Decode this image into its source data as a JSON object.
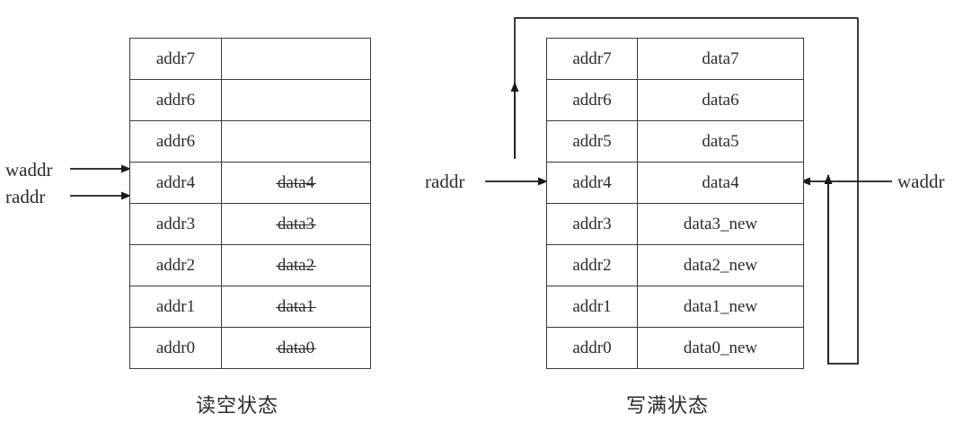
{
  "diagram": {
    "title_left": "读空状态",
    "title_right": "写满状态",
    "line_color": "#2b2b2b"
  },
  "left_panel": {
    "caption": "读空状态",
    "rows": [
      {
        "addr": "addr7",
        "data": "",
        "struck": false
      },
      {
        "addr": "addr6",
        "data": "",
        "struck": false
      },
      {
        "addr": "addr6",
        "data": "",
        "struck": false
      },
      {
        "addr": "addr4",
        "data": "data4",
        "struck": true
      },
      {
        "addr": "addr3",
        "data": "data3",
        "struck": true
      },
      {
        "addr": "addr2",
        "data": "data2",
        "struck": true
      },
      {
        "addr": "addr1",
        "data": "data1",
        "struck": true
      },
      {
        "addr": "addr0",
        "data": "data0",
        "struck": true
      }
    ],
    "pointers": [
      {
        "name": "waddr",
        "label": "waddr",
        "target_row": "addr4"
      },
      {
        "name": "raddr",
        "label": "raddr",
        "target_row": "addr4"
      }
    ]
  },
  "right_panel": {
    "caption": "写满状态",
    "rows": [
      {
        "addr": "addr7",
        "data": "data7",
        "struck": false
      },
      {
        "addr": "addr6",
        "data": "data6",
        "struck": false
      },
      {
        "addr": "addr5",
        "data": "data5",
        "struck": false
      },
      {
        "addr": "addr4",
        "data": "data4",
        "struck": false
      },
      {
        "addr": "addr3",
        "data": "data3_new",
        "struck": false
      },
      {
        "addr": "addr2",
        "data": "data2_new",
        "struck": false
      },
      {
        "addr": "addr1",
        "data": "data1_new",
        "struck": false
      },
      {
        "addr": "addr0",
        "data": "data0_new",
        "struck": false
      }
    ],
    "pointers": [
      {
        "name": "raddr",
        "label": "raddr",
        "target_row": "addr4",
        "side": "left"
      },
      {
        "name": "waddr",
        "label": "waddr",
        "target_row": "addr4",
        "side": "right"
      }
    ]
  }
}
